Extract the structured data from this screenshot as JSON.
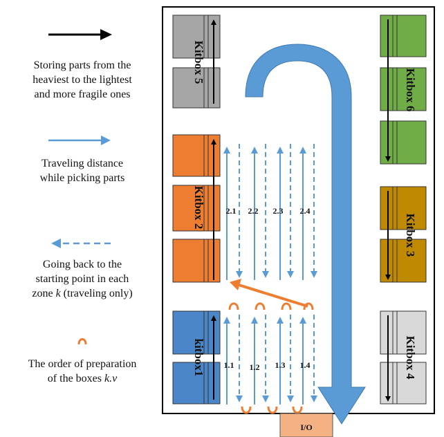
{
  "legend": {
    "storing": {
      "line1": "Storing parts from the",
      "line2": "heaviest to the lightest",
      "line3": "and more fragile ones"
    },
    "traveling": {
      "line1": "Traveling distance",
      "line2": "while picking parts"
    },
    "going_back": {
      "line1": "Going back to the",
      "line2": "starting point in each",
      "line3_prefix": "zone ",
      "line3_var": "k",
      "line3_suffix": " (traveling only)"
    },
    "order": {
      "line1": "The order of preparation",
      "line2_prefix": "of the boxes ",
      "line2_var": "k.v"
    }
  },
  "kitboxes": {
    "kitbox1": "kitbox1",
    "kitbox2": "Kitbox 2",
    "kitbox3": "Kitbox 3",
    "kitbox4": "Kitbox 4",
    "kitbox5": "Kitbox 5",
    "kitbox6": "Kitbox 6"
  },
  "zones": {
    "zone1": [
      "1.1",
      "1.2",
      "1.3",
      "1.4"
    ],
    "zone2": [
      "2.1",
      "2.2",
      "2.3",
      "2.4"
    ]
  },
  "io_label": "I/O",
  "colors": {
    "kitbox1": "#4a86c8",
    "kitbox2": "#ed7d31",
    "kitbox3": "#c08a00",
    "kitbox4": "#d9d9d9",
    "kitbox5": "#a6a6a6",
    "kitbox6": "#70ad47",
    "travel_arrow": "#5b9bd5",
    "big_arrow": "#5b9bd5",
    "order_mark": "#ed7d31",
    "io_box": "#f4b183"
  }
}
